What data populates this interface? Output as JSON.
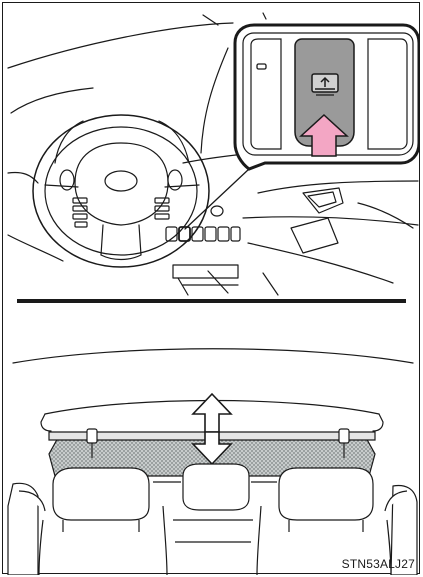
{
  "figure": {
    "code": "STN53ALJ27"
  },
  "top_panel": {
    "inset_switch_icon": "rear-sunshade-switch-icon",
    "arrow_color": "#f3a6c4"
  },
  "bottom_panel": {
    "shade_state": "raised",
    "arrow_direction": "up-down"
  },
  "colors": {
    "line": "#1a1a1a",
    "switch_face": "#9a9a9a",
    "arrow_fill": "#f3a6c4",
    "screen_dots": "#9aa0a0"
  }
}
